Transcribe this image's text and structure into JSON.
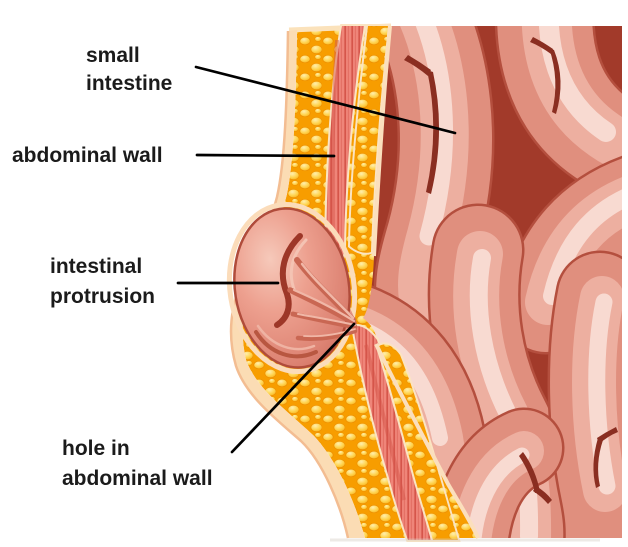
{
  "figure": {
    "subject": "abdominal hernia cross-section",
    "description": "Medical illustration of an intestinal protrusion (hernia) through a hole in the abdominal wall"
  },
  "labels": [
    {
      "id": "small-intestine",
      "lines": [
        "small",
        "intestine"
      ]
    },
    {
      "id": "abdominal-wall",
      "lines": [
        "abdominal wall"
      ]
    },
    {
      "id": "intestinal-protrusion",
      "lines": [
        "intestinal",
        "protrusion"
      ]
    },
    {
      "id": "hole-in-abdominal-wall",
      "lines": [
        "hole in",
        "abdominal wall"
      ]
    }
  ],
  "colors": {
    "background": "#ffffff",
    "label_text": "#1b1b1b",
    "leader_line": "#000000",
    "skin": "#fbdcb4",
    "fat_tissue": "#f79d00",
    "fat_bubble": "#ffd44f",
    "membrane_cream": "#fbe4c2",
    "muscle": "#ef8579",
    "muscle_striation": "#d5554a",
    "intestine": "#e08f7e",
    "intestine_highlight": "#f8dad1",
    "intestine_shadow": "#b44f3e",
    "cavity": "#a23a2a"
  }
}
